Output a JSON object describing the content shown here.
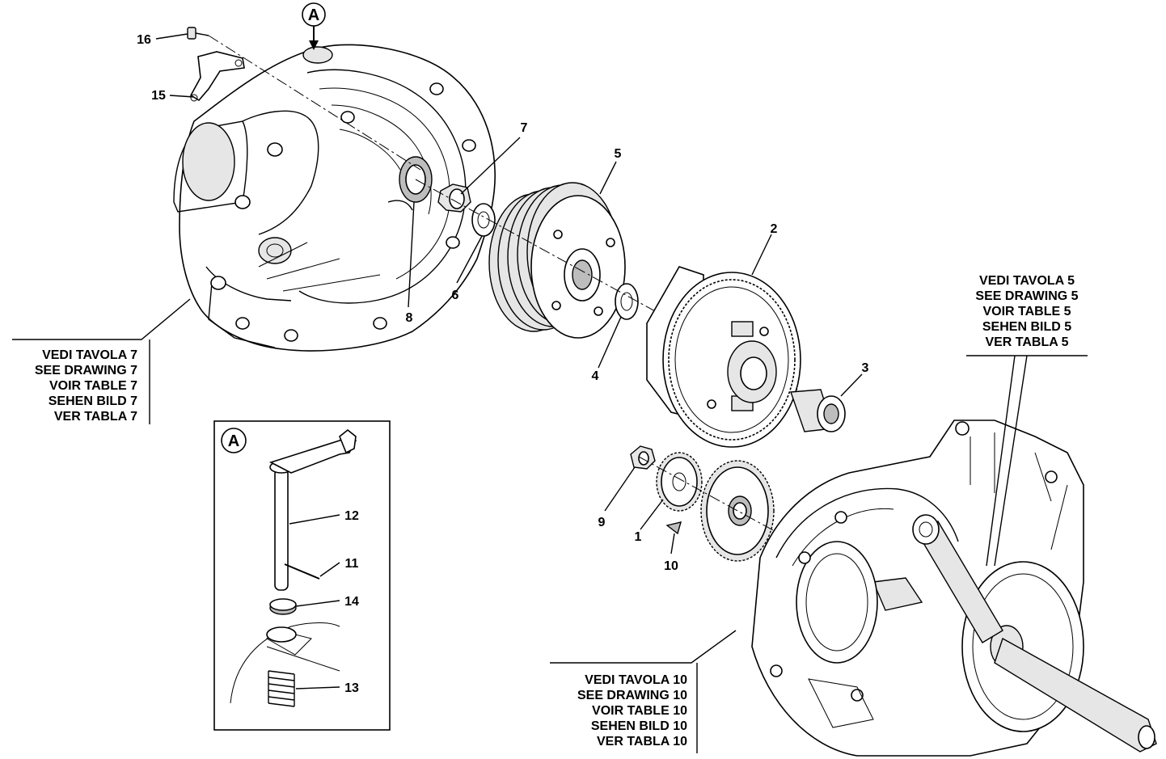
{
  "callouts": {
    "c1": "1",
    "c2": "2",
    "c3": "3",
    "c4": "4",
    "c5": "5",
    "c6": "6",
    "c7": "7",
    "c8": "8",
    "c9": "9",
    "c10": "10",
    "c11": "11",
    "c12": "12",
    "c13": "13",
    "c14": "14",
    "c15": "15",
    "c16": "16"
  },
  "detail_letter": "A",
  "refs": {
    "drawing7": [
      "VEDI TAVOLA 7",
      "SEE DRAWING 7",
      "VOIR TABLE 7",
      "SEHEN BILD 7",
      "VER TABLA 7"
    ],
    "drawing5": [
      "VEDI TAVOLA 5",
      "SEE DRAWING 5",
      "VOIR TABLE 5",
      "SEHEN BILD 5",
      "VER TABLA 5"
    ],
    "drawing10": [
      "VEDI TAVOLA 10",
      "SEE DRAWING 10",
      "VOIR TABLE 10",
      "SEHEN BILD 10",
      "VER TABLA 10"
    ]
  }
}
